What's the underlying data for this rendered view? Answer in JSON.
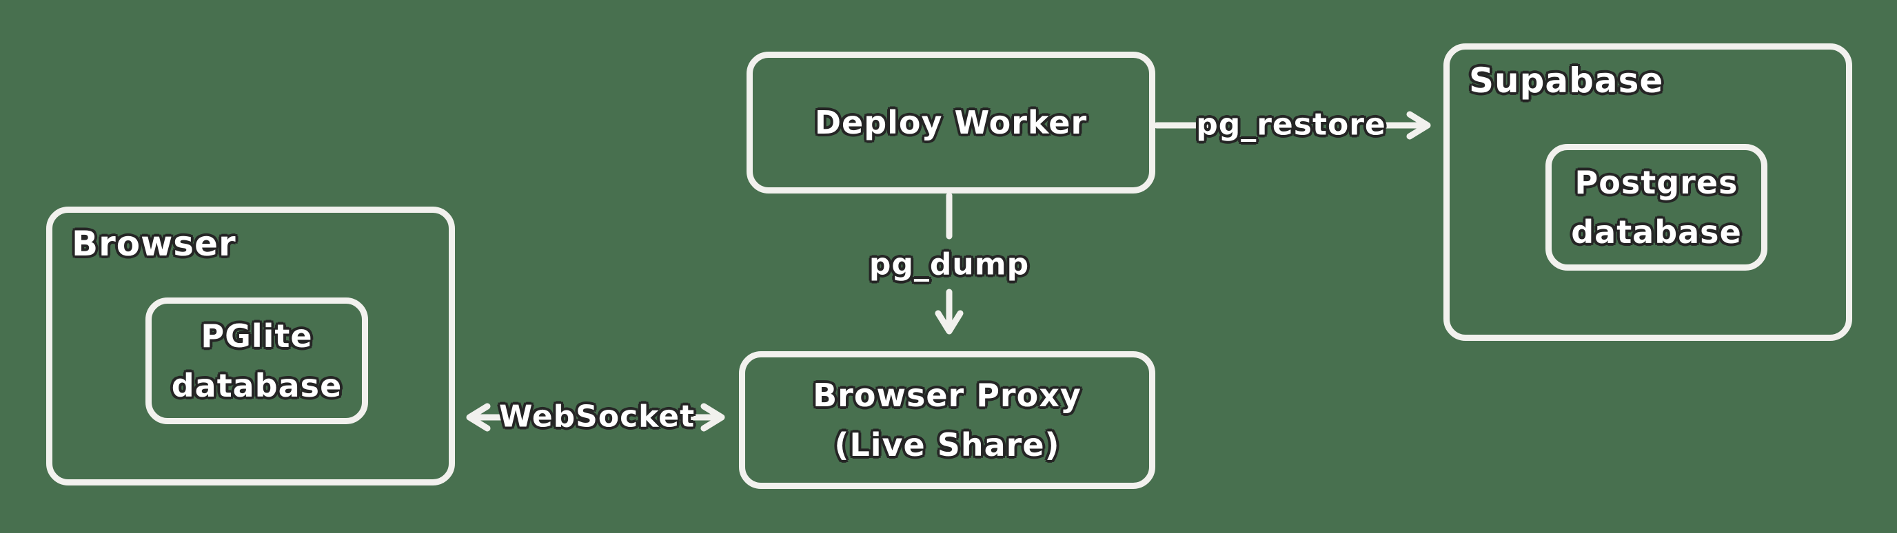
{
  "colors": {
    "background": "#48704F",
    "shape_stroke": "#F2F1EE",
    "text_fill": "#FFFFFF",
    "text_outline": "#252525"
  },
  "nodes": {
    "browser": {
      "title": "Browser"
    },
    "pglite_database": {
      "lines": [
        "PGlite",
        "database"
      ]
    },
    "deploy_worker": {
      "label": "Deploy Worker"
    },
    "browser_proxy": {
      "lines": [
        "Browser Proxy",
        "(Live Share)"
      ]
    },
    "supabase": {
      "title": "Supabase"
    },
    "postgres_database": {
      "lines": [
        "Postgres",
        "database"
      ]
    }
  },
  "edges": {
    "pg_restore": {
      "label": "pg_restore",
      "from": "deploy_worker",
      "to": "supabase",
      "direction": "right"
    },
    "pg_dump": {
      "label": "pg_dump",
      "from": "deploy_worker",
      "to": "browser_proxy",
      "direction": "down"
    },
    "websocket": {
      "label": "WebSocket",
      "from": "browser",
      "to": "browser_proxy",
      "direction": "bidirectional"
    }
  }
}
